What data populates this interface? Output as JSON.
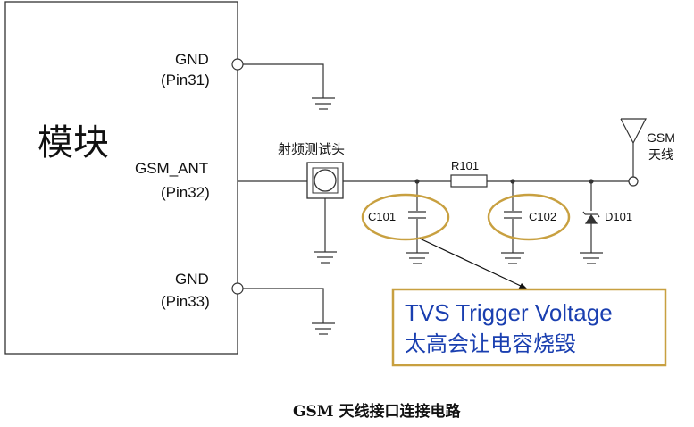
{
  "module": {
    "label": "模块"
  },
  "pins": [
    {
      "name": "GND",
      "pin": "(Pin31)"
    },
    {
      "name": "GSM_ANT",
      "pin": "(Pin32)"
    },
    {
      "name": "GND",
      "pin": "(Pin33)"
    }
  ],
  "components": {
    "rf_test_head": "射频测试头",
    "resistor": "R101",
    "capacitor_1": "C101",
    "capacitor_2": "C102",
    "diode": "D101",
    "antenna_line1": "GSM",
    "antenna_line2": "天线"
  },
  "callout": {
    "line1": "TVS Trigger Voltage",
    "line2": "太高会让电容烧毁"
  },
  "caption": "GSM 天线接口连接电路",
  "colors": {
    "wire": "#333333",
    "highlight_ellipse": "#c8a040",
    "callout_border": "#c8a040",
    "callout_text": "#1a3fb0"
  }
}
